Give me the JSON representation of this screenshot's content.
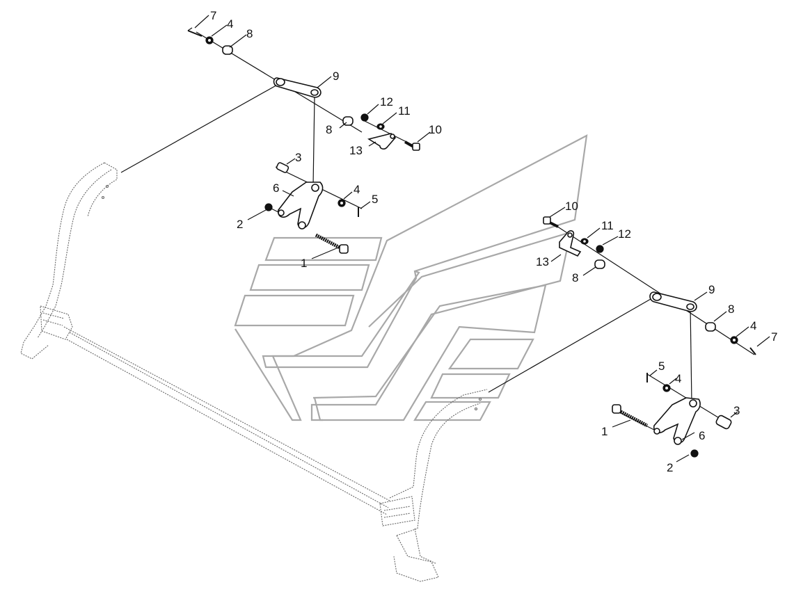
{
  "callouts": {
    "top": {
      "c7": "7",
      "c4": "4",
      "c8": "8",
      "c9": "9",
      "c12": "12",
      "c11": "11",
      "c8b": "8",
      "c10": "10",
      "c13": "13",
      "c3": "3",
      "c4b": "4",
      "c6": "6",
      "c5": "5",
      "c2": "2",
      "c1": "1"
    },
    "bottom": {
      "c10": "10",
      "c11": "11",
      "c12": "12",
      "c13": "13",
      "c8": "8",
      "c9": "9",
      "c8b": "8",
      "c4": "4",
      "c7": "7",
      "c5": "5",
      "c4b": "4",
      "c3": "3",
      "c1": "1",
      "c6": "6",
      "c2": "2"
    }
  }
}
